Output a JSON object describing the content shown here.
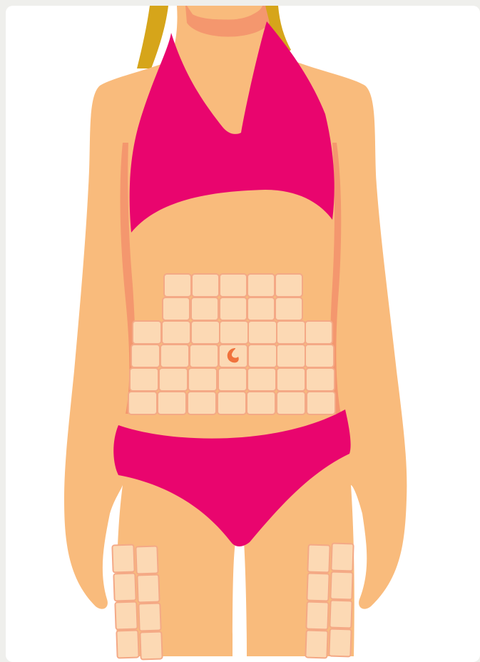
{
  "figure": {
    "subject": "body-illustration",
    "colors": {
      "background": "#efefec",
      "card": "#ffffff",
      "skin": "#f9bb7c",
      "skin_shadow": "#f4976e",
      "swimsuit": "#e9056e",
      "hair": "#d6a51a",
      "site_fill": "#fcd9b4",
      "site_stroke": "#f4a986",
      "navel": "#f0723c"
    },
    "icons": [
      "navel-icon"
    ]
  },
  "injection_sites": {
    "abdomen_rows": [
      {
        "row": 1,
        "cells": 5
      },
      {
        "row": 2,
        "cells": 5
      },
      {
        "row": 3,
        "cells": 7
      },
      {
        "row": 4,
        "cells": 7
      },
      {
        "row": 5,
        "cells": 7
      },
      {
        "row": 6,
        "cells": 7
      }
    ],
    "thigh_left": {
      "rows": 4,
      "cols": 2
    },
    "thigh_right": {
      "rows": 4,
      "cols": 2
    }
  }
}
